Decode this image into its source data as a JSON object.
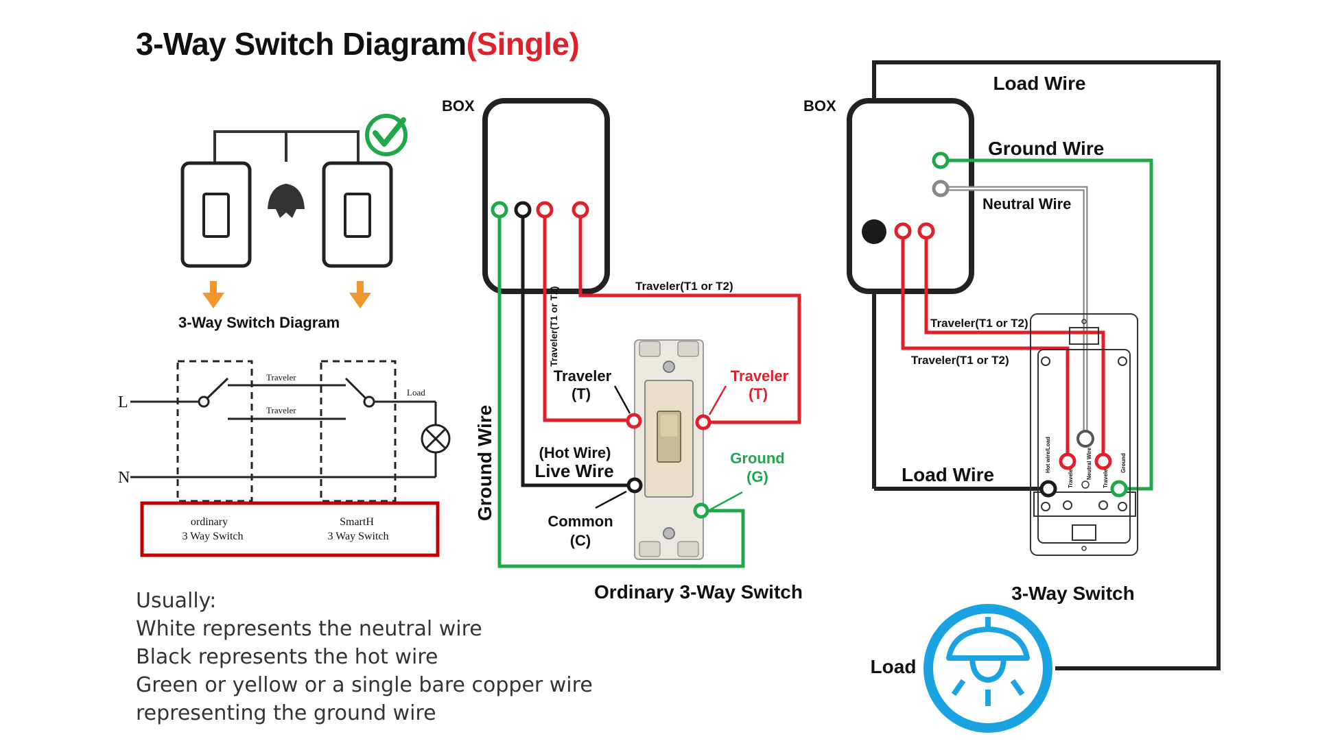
{
  "title": {
    "main": "3-Way Switch Diagram",
    "highlight": "(Single)",
    "highlight_color": "#e0202a"
  },
  "colors": {
    "traveler": "#e0202a",
    "ground": "#1fa84a",
    "hot": "#1a1a1a",
    "neutral": "#888888",
    "arrow": "#f0962a",
    "check": "#1fa84a",
    "load_icon": "#1aa3e0",
    "frame": "#c00000"
  },
  "simple_diagram": {
    "caption": "3-Way Switch Diagram",
    "check_icon": "check-circle-icon",
    "lamp_icon": "pendant-lamp-icon",
    "arrow_icon": "down-arrow-icon"
  },
  "schematic": {
    "line_L": "L",
    "line_N": "N",
    "traveler_top": "Traveler",
    "traveler_bottom": "Traveler",
    "load": "Load",
    "switch_left_line1": "ordinary",
    "switch_left_line2": "3 Way Switch",
    "switch_right_line1": "SmartH",
    "switch_right_line2": "3 Way Switch"
  },
  "ordinary": {
    "box_label": "BOX",
    "traveler_top_label": "Traveler(T1 or T2)",
    "traveler_vertical_label": "Traveler(T1 or T2)",
    "ground_wire_label": "Ground  Wire",
    "traveler_left_line1": "Traveler",
    "traveler_left_line2": "(T)",
    "traveler_right_line1": "Traveler",
    "traveler_right_line2": "(T)",
    "hot_wire": "(Hot Wire)",
    "live_wire": "Live  Wire",
    "ground_line1": "Ground",
    "ground_line2": "(G)",
    "common_line1": "Common",
    "common_line2": "(C)",
    "caption": "Ordinary 3-Way Switch"
  },
  "smart": {
    "box_label": "BOX",
    "load_wire_top": "Load Wire",
    "ground_wire": "Ground  Wire",
    "neutral_wire": "Neutral Wire",
    "traveler_label_1": "Traveler(T1 or T2)",
    "traveler_label_2": "Traveler(T1 or T2)",
    "load_wire_bottom": "Load Wire",
    "caption": "3-Way Switch",
    "terminal_labels": [
      "Hot wire/Load",
      "Traveler",
      "Neutral Wire",
      "Traveler",
      "Ground"
    ],
    "load_label": "Load",
    "load_icon": "ceiling-light-icon"
  },
  "notes": {
    "heading": "Usually:",
    "lines": [
      "White represents the neutral wire",
      "Black represents the hot wire",
      "Green or yellow or a single bare copper wire",
      "representing the ground wire"
    ]
  }
}
